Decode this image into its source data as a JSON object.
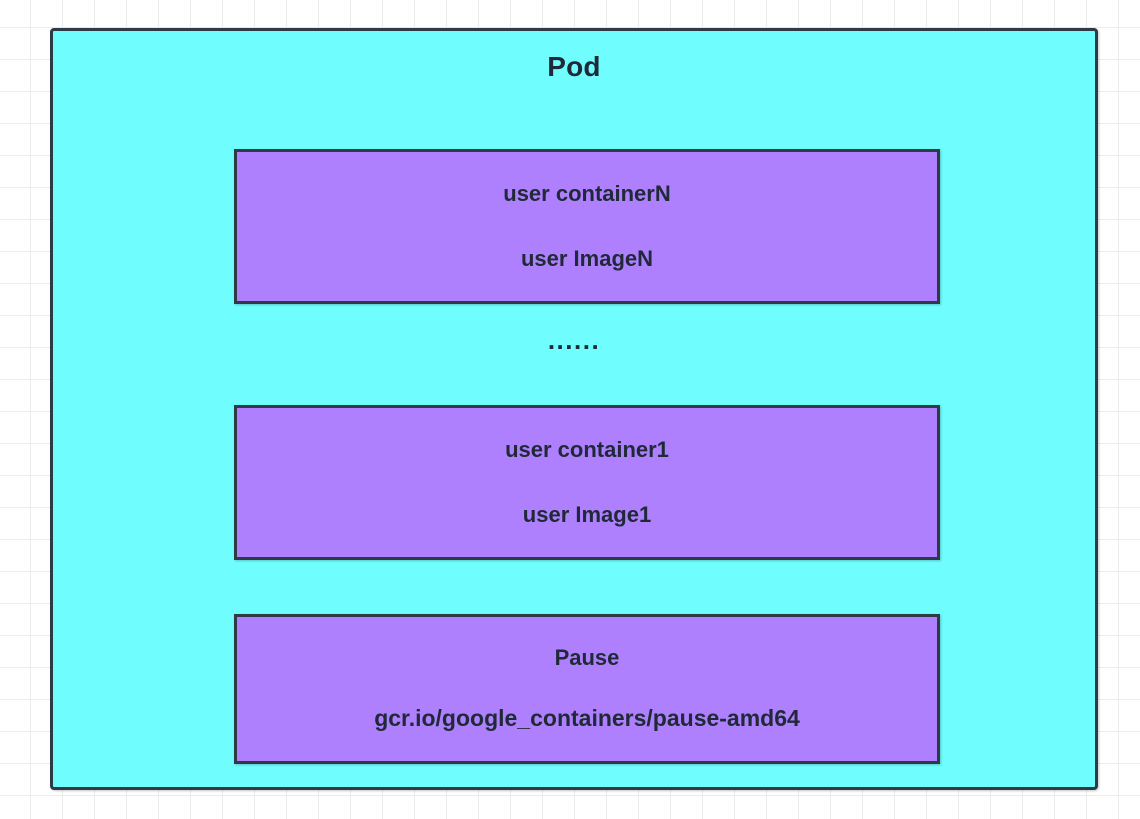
{
  "diagram": {
    "title": "Pod",
    "separator": "......",
    "colors": {
      "pod_fill": "#6FFDFD",
      "container_fill": "#AE80FD",
      "border": "#2E3A45",
      "text": "#1F2937",
      "grid_line": "#ECECEC",
      "background": "#FFFFFF"
    },
    "containers": [
      {
        "id": "user-container-n",
        "name": "user containerN",
        "image": "user ImageN"
      },
      {
        "id": "user-container-1",
        "name": "user container1",
        "image": "user Image1"
      },
      {
        "id": "pause-container",
        "name": "Pause",
        "image": "gcr.io/google_containers/pause-amd64"
      }
    ]
  }
}
